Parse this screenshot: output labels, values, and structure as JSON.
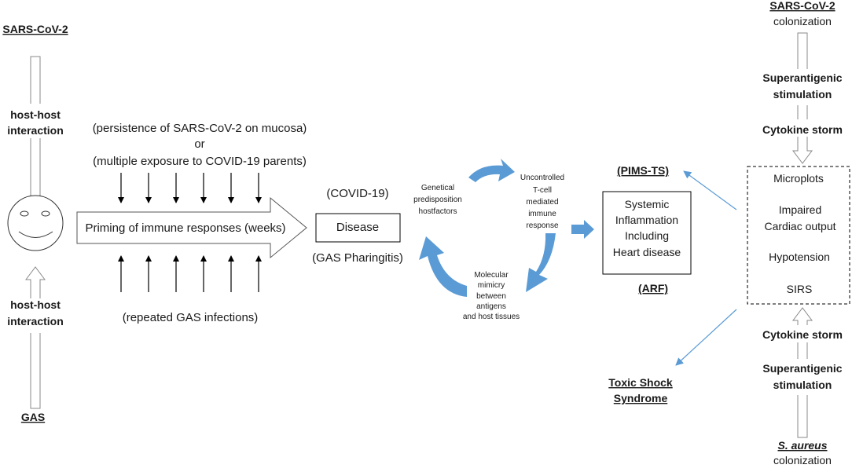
{
  "left": {
    "top_label": "SARS-CoV-2",
    "top_interaction": [
      "host-host",
      "interaction"
    ],
    "bottom_interaction": [
      "host-host",
      "interaction"
    ],
    "bottom_label": "GAS"
  },
  "priming": {
    "top_lines": [
      "(persistence of SARS-CoV-2 on mucosa)",
      "or",
      "(multiple exposure to COVID-19 parents)"
    ],
    "arrow_label": "Priming of immune responses (weeks)",
    "bottom_line": "(repeated GAS infections)"
  },
  "disease": {
    "top_note": "(COVID-19)",
    "box_label": "Disease",
    "bottom_note": "(GAS Pharingitis)"
  },
  "cycle": {
    "genetic": [
      "Genetical",
      "predisposition",
      "hostfactors"
    ],
    "tcell": [
      "Uncontrolled",
      "T-cell",
      "mediated",
      "immune",
      "response"
    ],
    "mimicry": [
      "Molecular",
      "mimicry",
      "between",
      "antigens",
      "and host tissues"
    ]
  },
  "outcome": {
    "pims": "(PIMS-TS)",
    "box_lines": [
      "Systemic",
      "Inflammation",
      "Including",
      "Heart disease"
    ],
    "arf": "(ARF)",
    "toxic": [
      "Toxic Shock",
      "Syndrome"
    ]
  },
  "right": {
    "top_org": "SARS-CoV-2",
    "top_colonization": "colonization",
    "super_top": [
      "Superantigenic",
      "stimulation"
    ],
    "storm_top": "Cytokine storm",
    "box_items": [
      "Microplots",
      "Impaired",
      "Cardiac output",
      "Hypotension",
      "SIRS"
    ],
    "storm_bottom": "Cytokine storm",
    "super_bottom": [
      "Superantigenic",
      "stimulation"
    ],
    "bottom_org": "S. aureus",
    "bottom_colonization": "colonization"
  },
  "colors": {
    "cycle_arrow": "#5b9bd5",
    "thin_arrow": "#5b9bd5",
    "outline": "#7f7f7f"
  }
}
